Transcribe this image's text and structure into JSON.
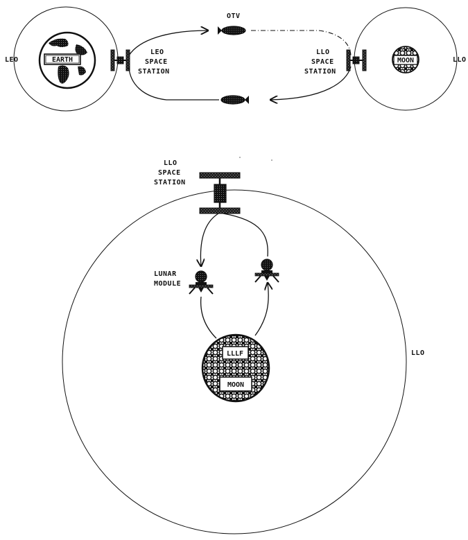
{
  "top": {
    "leo_label": "LEO",
    "llo_label_right": "LLO",
    "earth_label": "EARTH",
    "moon_label_small": "MOON",
    "otv_label": "OTV",
    "leo_station_label": [
      "LEO",
      "SPACE",
      "STATION"
    ],
    "llo_station_label": [
      "LLO",
      "SPACE",
      "STATION"
    ]
  },
  "bottom": {
    "llo_station_label": [
      "LLO",
      "SPACE",
      "STATION"
    ],
    "lunar_module_label": [
      "LUNAR",
      "MODULE"
    ],
    "llo_orbit_label": "LLO",
    "lllf_label": "LLLF",
    "moon_label": "MOON"
  },
  "colors": {
    "ink": "#111111",
    "background": "#ffffff"
  }
}
